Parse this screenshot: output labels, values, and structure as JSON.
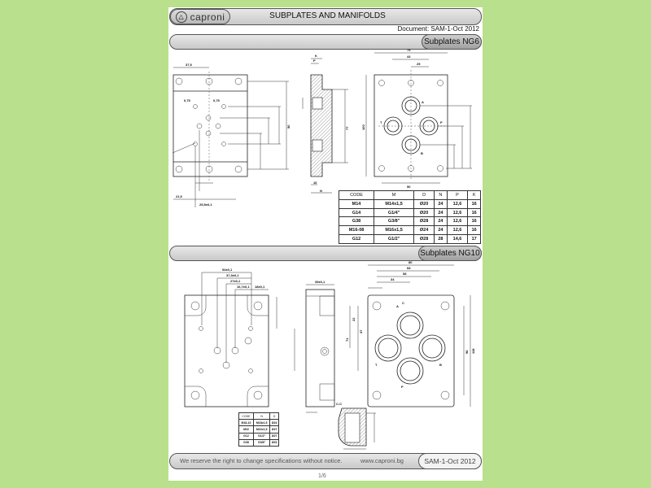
{
  "header": {
    "logo_text": "caproni",
    "title": "SUBPLATES AND MANIFOLDS",
    "document": "Document: SAM-1-Oct 2012"
  },
  "sections": [
    {
      "title": "Subplates NG6",
      "dimensions": [
        "37,5",
        "K",
        "P",
        "75",
        "44",
        "25",
        "100",
        "77",
        "50",
        "0,75",
        "21",
        "16",
        "N",
        "D"
      ],
      "table": {
        "headers": [
          "CODE",
          "M",
          "D",
          "N",
          "P",
          "K"
        ],
        "rows": [
          [
            "M14",
            "M14x1,5",
            "Ø20",
            "24",
            "12,6",
            "16"
          ],
          [
            "G14",
            "G1/4\"",
            "Ø20",
            "24",
            "12,6",
            "16"
          ],
          [
            "G38",
            "G3/8\"",
            "Ø28",
            "24",
            "12,6",
            "16"
          ],
          [
            "M16-08",
            "M16x1,5",
            "Ø24",
            "24",
            "12,6",
            "16"
          ],
          [
            "G12",
            "G1/2\"",
            "Ø28",
            "28",
            "14,6",
            "17"
          ]
        ]
      }
    },
    {
      "title": "Subplates NG10",
      "dimensions": [
        "54±0,1",
        "37,3±0,1",
        "27±0,1",
        "16,7±0,1",
        "18±0,1",
        "35±0,1",
        "80",
        "68",
        "58",
        "34",
        "22",
        "118",
        "96",
        "71",
        "47",
        "C-C",
        "A",
        "B",
        "P",
        "T",
        "C"
      ],
      "table": {
        "headers": [
          "CODE",
          "N",
          "D"
        ],
        "rows": [
          [
            "M18-10",
            "M18x1,5",
            "Ø24"
          ],
          [
            "M22",
            "M22x1,5",
            "Ø27"
          ],
          [
            "G12",
            "G1/2\"",
            "Ø27"
          ],
          [
            "G38",
            "G3/8\"",
            "Ø23"
          ]
        ]
      }
    }
  ],
  "ng6_ports": [
    "A",
    "T",
    "P",
    "B"
  ],
  "footer": {
    "notice": "We reserve the right to change specifications without notice.",
    "website": "www.caproni.bg",
    "code": "SAM-1-Oct 2012",
    "page": "1/6"
  }
}
